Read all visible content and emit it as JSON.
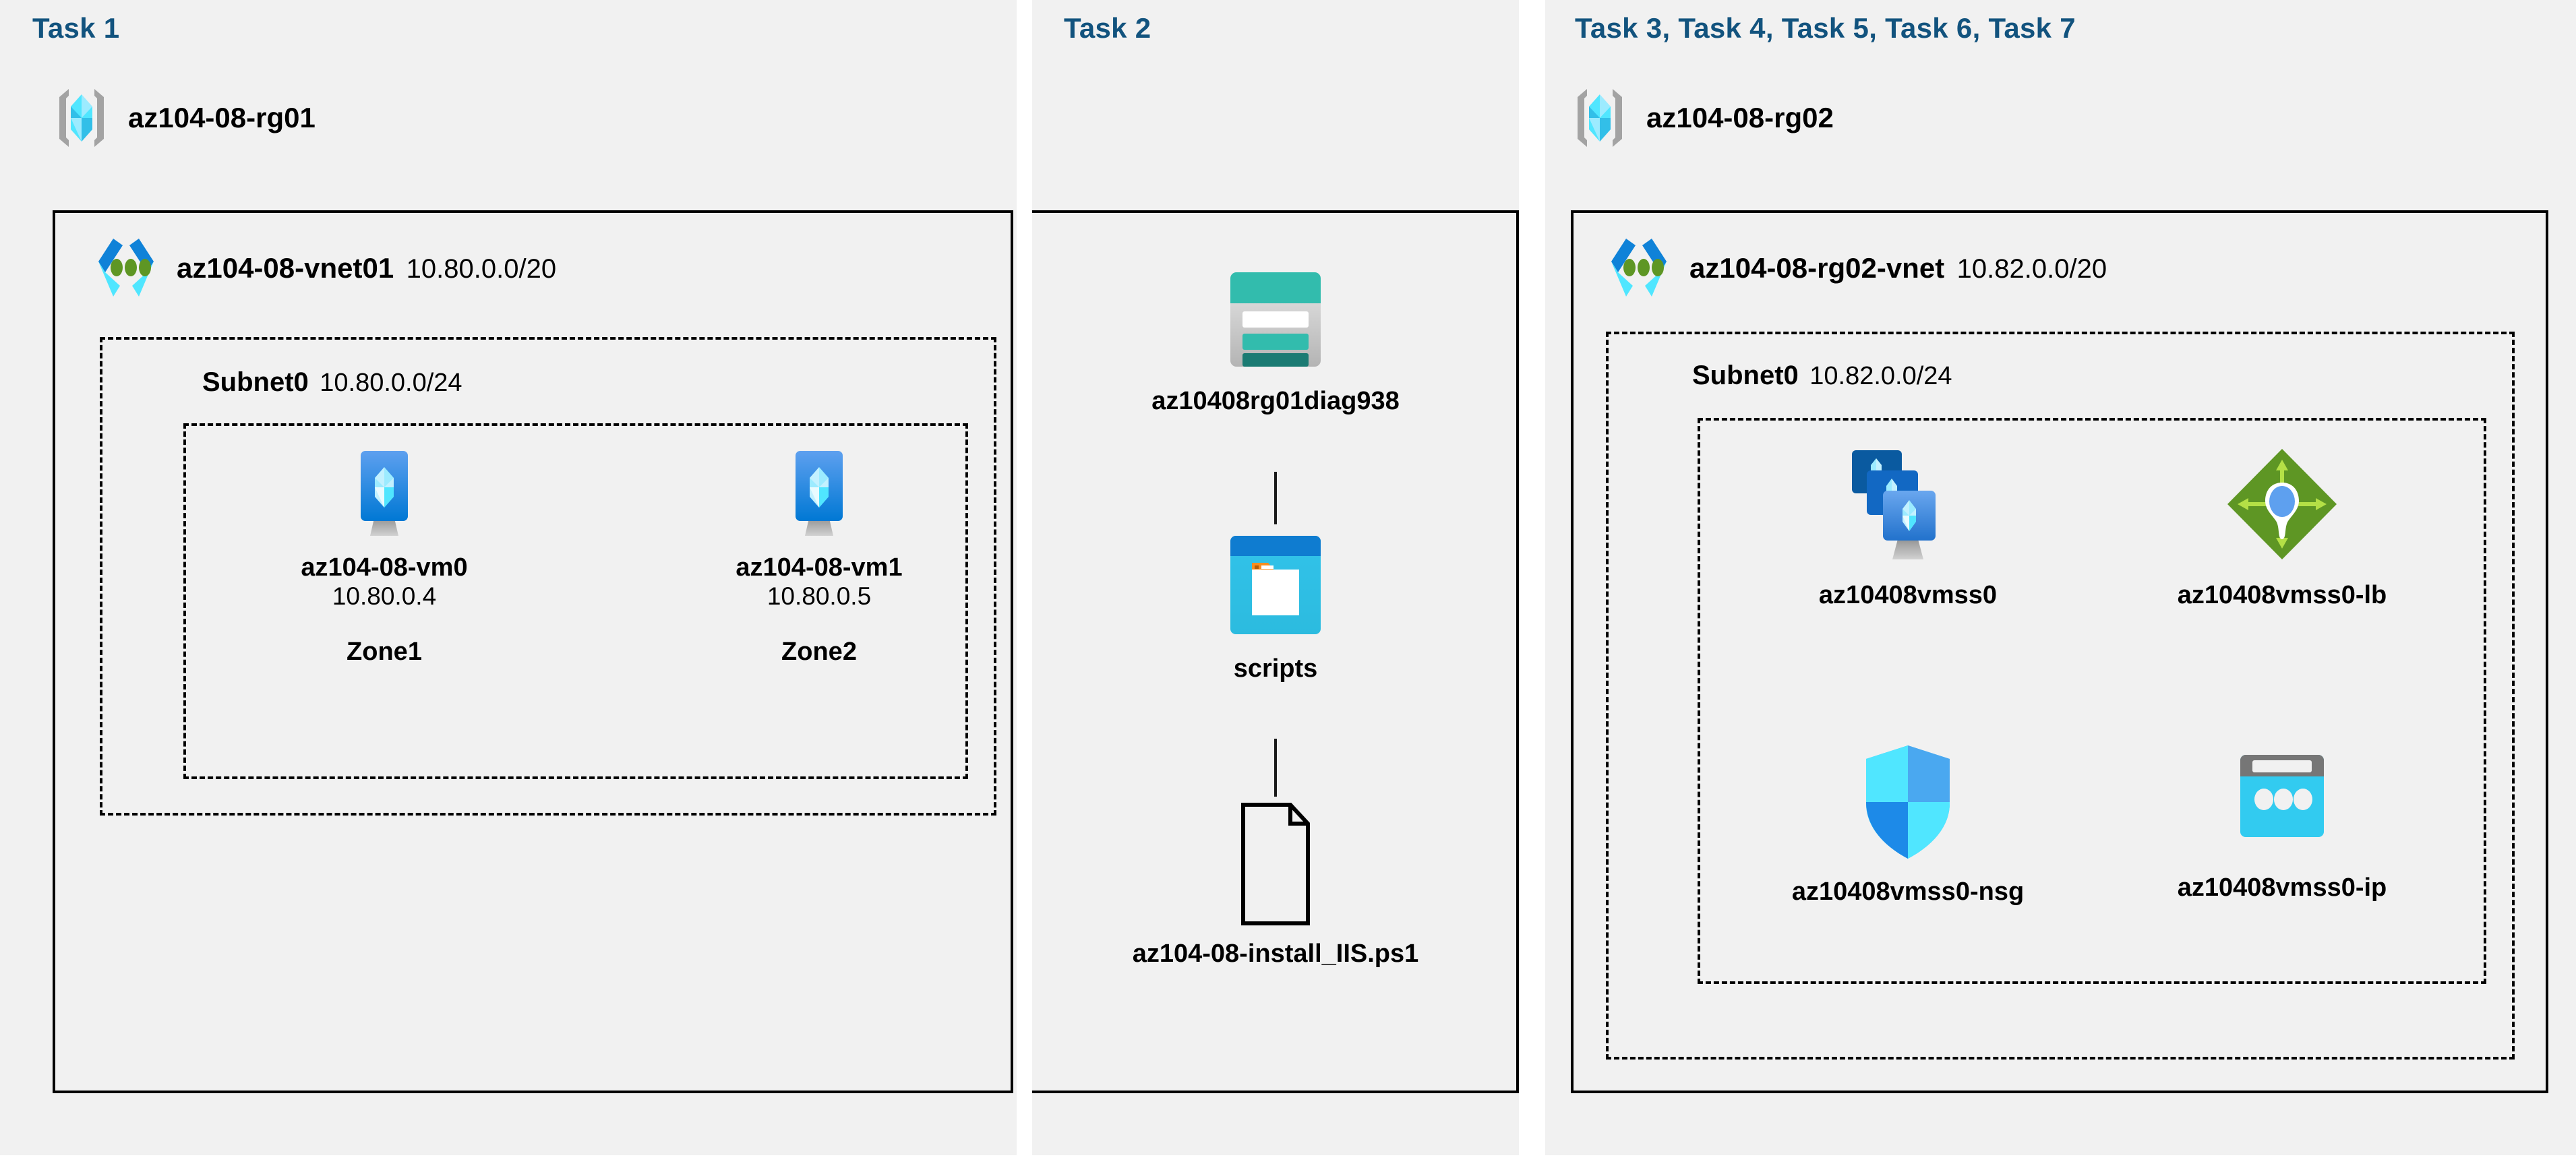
{
  "columns": [
    {
      "title": "Task 1",
      "resource_group": {
        "label": "az104-08-rg01",
        "icon": "resource-group-icon"
      },
      "vnet": {
        "name": "az104-08-vnet01",
        "cidr": "10.80.0.0/20",
        "icon": "virtual-network-icon"
      },
      "subnet": {
        "name": "Subnet0",
        "cidr": "10.80.0.0/24"
      },
      "vms": [
        {
          "name": "az104-08-vm0",
          "ip": "10.80.0.4",
          "zone": "Zone1",
          "icon": "virtual-machine-icon"
        },
        {
          "name": "az104-08-vm1",
          "ip": "10.80.0.5",
          "zone": "Zone2",
          "icon": "virtual-machine-icon"
        }
      ]
    },
    {
      "title": "Task 2",
      "items": [
        {
          "name": "az10408rg01diag938",
          "icon": "storage-account-icon"
        },
        {
          "name": "scripts",
          "icon": "blob-container-icon"
        },
        {
          "name": "az104-08-install_IIS.ps1",
          "icon": "file-document-icon"
        }
      ]
    },
    {
      "title": "Task 3, Task 4, Task 5, Task 6, Task 7",
      "resource_group": {
        "label": "az104-08-rg02",
        "icon": "resource-group-icon"
      },
      "vnet": {
        "name": "az104-08-rg02-vnet",
        "cidr": "10.82.0.0/20",
        "icon": "virtual-network-icon"
      },
      "subnet": {
        "name": "Subnet0",
        "cidr": "10.82.0.0/24"
      },
      "resources": [
        {
          "name": "az10408vmss0",
          "icon": "vm-scale-set-icon"
        },
        {
          "name": "az10408vmss0-lb",
          "icon": "load-balancer-icon"
        },
        {
          "name": "az10408vmss0-nsg",
          "icon": "network-security-group-icon"
        },
        {
          "name": "az10408vmss0-ip",
          "icon": "public-ip-address-icon"
        }
      ]
    }
  ],
  "colors": {
    "task_title": "#12537e",
    "panel_bg": "#f1f1f1",
    "page_bg": "#ffffff",
    "border": "#000000",
    "azure_blue": "#0078d4",
    "azure_cyan": "#50e6ff",
    "storage_teal": "#32bcad",
    "lb_green": "#6fa22a",
    "nsg_blue": "#32bfff",
    "gray_bracket": "#a3a3a3"
  }
}
